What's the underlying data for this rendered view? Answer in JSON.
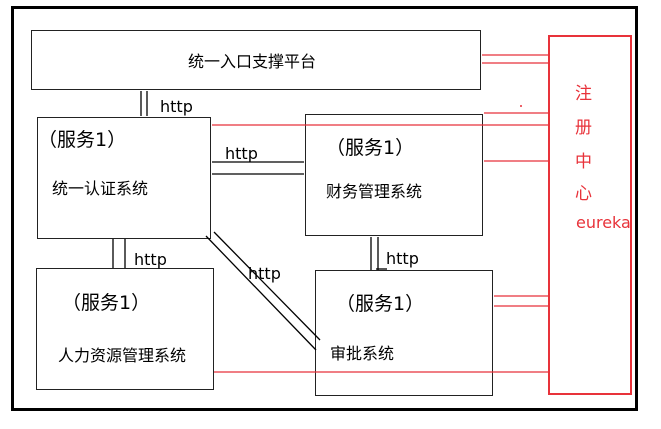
{
  "diagram": {
    "title": "",
    "boxes": {
      "gateway": {
        "name": "统一入口支撑平台"
      },
      "auth": {
        "tag": "（服务1）",
        "name": "统一认证系统"
      },
      "finance": {
        "tag": "（服务1）",
        "name": "财务管理系统"
      },
      "hr": {
        "tag": "（服务1）",
        "name": "人力资源管理系统"
      },
      "approval": {
        "tag": "（服务1）",
        "name": "审批系统"
      }
    },
    "registry": {
      "chars": [
        "注",
        "册",
        "中",
        "心"
      ],
      "name": "eureka",
      "color": "#e8323a"
    },
    "links": {
      "gateway_auth": "http",
      "auth_finance": "http",
      "auth_hr": "http",
      "auth_approval": "http",
      "finance_approval": "http"
    }
  }
}
